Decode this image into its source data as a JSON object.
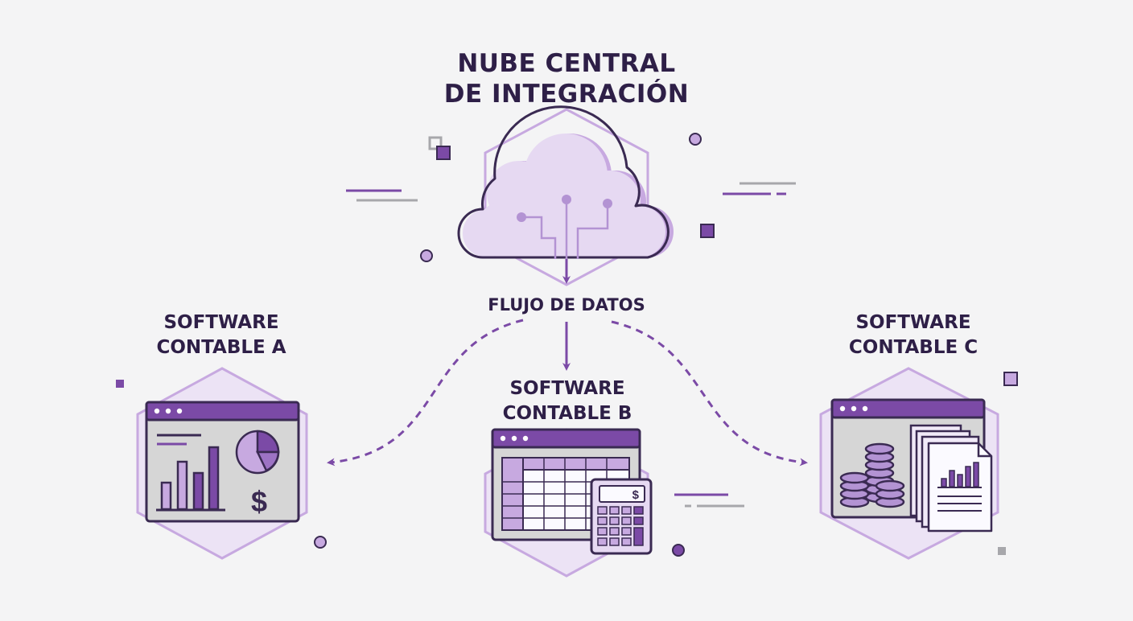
{
  "diagram": {
    "cloud": {
      "title": "NUBE CENTRAL\nDE INTEGRACIÓN"
    },
    "flow_label": "FLUJO DE DATOS",
    "nodes": [
      {
        "id": "a",
        "label": "SOFTWARE\nCONTABLE A",
        "icon": "dashboard-chart-icon"
      },
      {
        "id": "b",
        "label": "SOFTWARE\nCONTABLE B",
        "icon": "spreadsheet-calculator-icon"
      },
      {
        "id": "c",
        "label": "SOFTWARE\nCONTABLE C",
        "icon": "coins-documents-icon"
      }
    ],
    "currency_symbol": "$"
  },
  "colors": {
    "primary": "#7b4aa6",
    "dark": "#3a2a52",
    "light": "#e6d9f2",
    "mid": "#c7a9e0",
    "background": "#f4f4f5",
    "gray": "#a7a7ab"
  }
}
